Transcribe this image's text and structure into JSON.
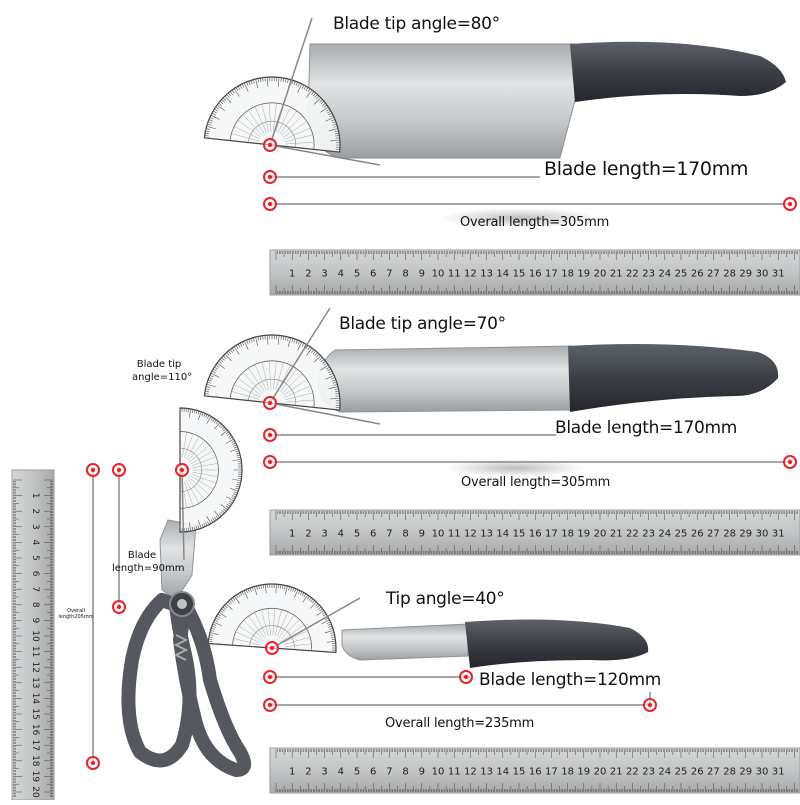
{
  "knives": [
    {
      "name": "chinese-cleaver",
      "tip_angle_label": "Blade tip angle=80°",
      "blade_length_label": "Blade length=170mm",
      "overall_length_label": "Overall length=305mm"
    },
    {
      "name": "santoku-knife",
      "tip_angle_label": "Blade tip angle=70°",
      "blade_length_label": "Blade length=170mm",
      "overall_length_label": "Overall length=305mm"
    },
    {
      "name": "utility-knife",
      "tip_angle_label": "Tip angle=40°",
      "blade_length_label": "Blade length=120mm",
      "overall_length_label": "Overall length=235mm"
    }
  ],
  "scissors": {
    "tip_angle_label": "Blade tip angle=110°",
    "blade_length_label": "Blade length=90mm",
    "overall_length_label": "Overall length205mm"
  },
  "colors": {
    "steel": "#c9ccce",
    "handle": "#3a3d44",
    "marker": "#e8232b",
    "ruler": "#b9bcbe",
    "protractor": "#f4f6f7"
  }
}
